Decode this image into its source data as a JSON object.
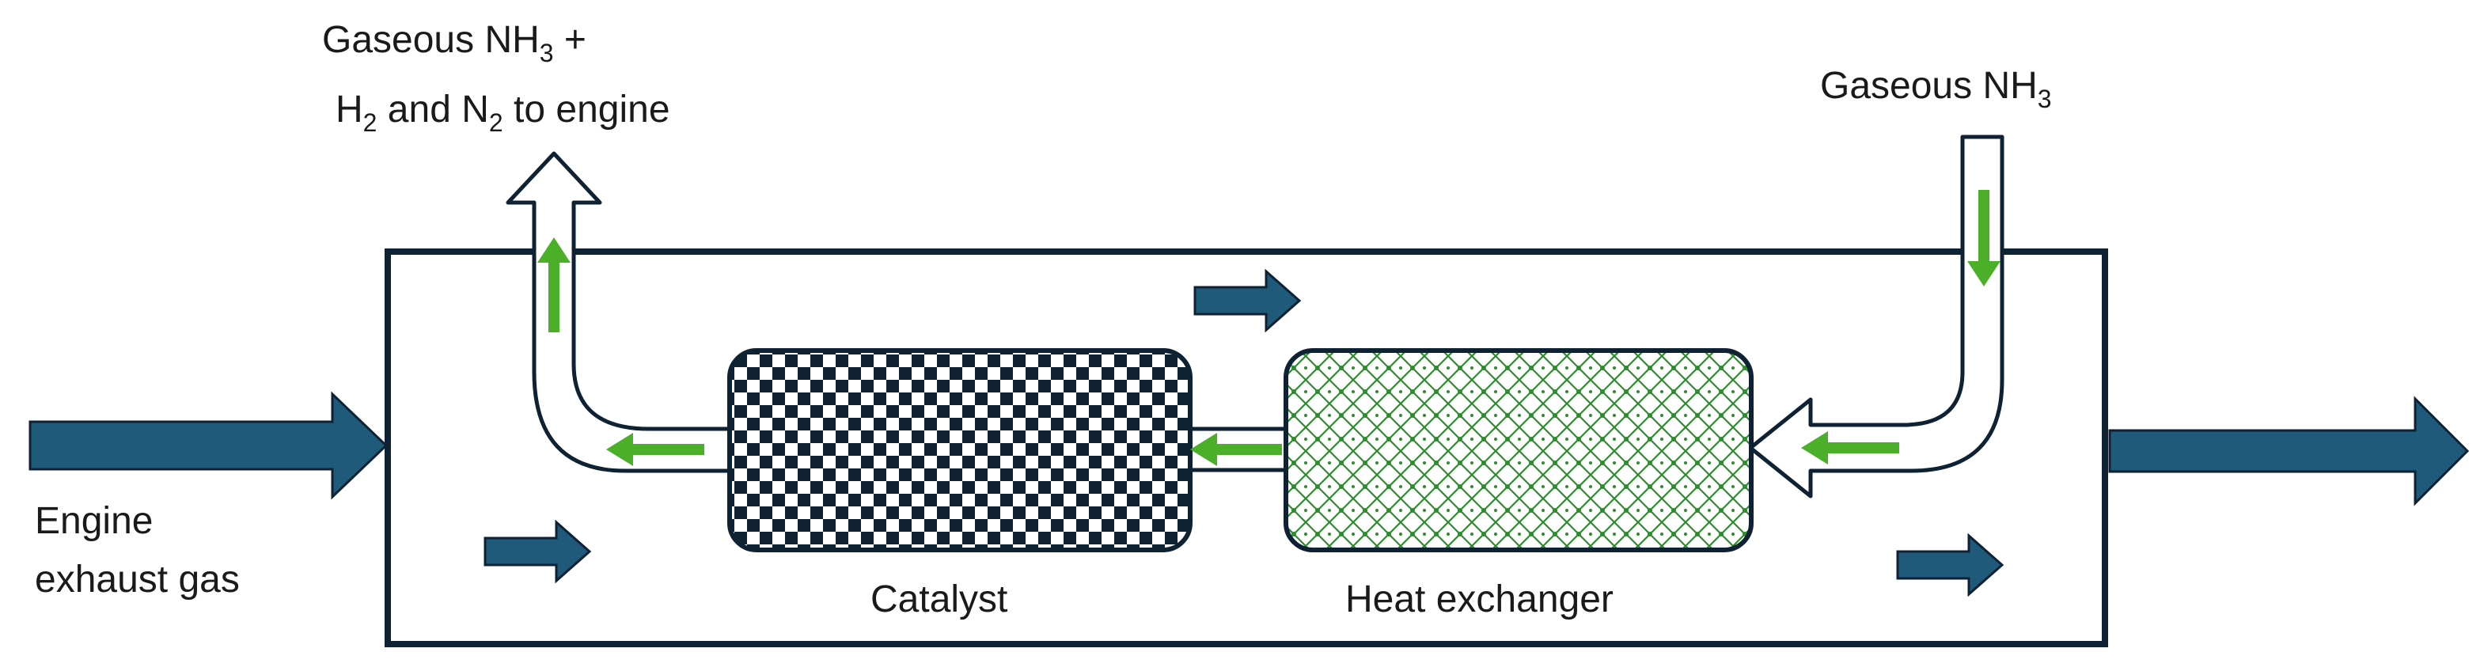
{
  "labels": {
    "outlet_line1": "Gaseous NH",
    "outlet_line1_sub": "3",
    "outlet_line1_tail": " +",
    "outlet_line2_a": "H",
    "outlet_line2_a_sub": "2",
    "outlet_line2_b": " and N",
    "outlet_line2_b_sub": "2",
    "outlet_line2_c": " to engine",
    "inlet_nh3": "Gaseous NH",
    "inlet_nh3_sub": "3",
    "exhaust_line1": "Engine",
    "exhaust_line2": "exhaust gas",
    "catalyst": "Catalyst",
    "heat_exchanger": "Heat exchanger"
  },
  "colors": {
    "flow_arrow": "#1f5a7a",
    "process_arrow": "#4caf2a",
    "outline": "#0f2233",
    "catalyst_checker": "#0f2233",
    "hx_pattern": "#2e8b2e"
  }
}
